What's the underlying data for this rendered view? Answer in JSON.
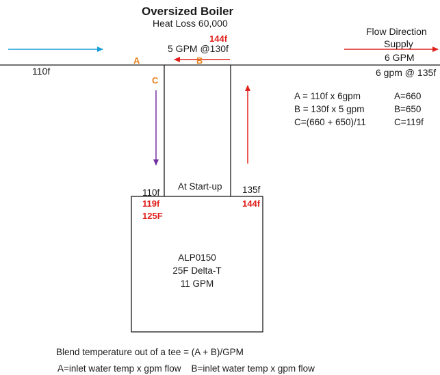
{
  "title": "Oversized Boiler",
  "heat_loss": "Heat Loss 60,000",
  "flow_direction": "Flow Direction",
  "supply": "Supply",
  "supply_gpm": "6 GPM",
  "supply_temp": "6 gpm @ 135f",
  "left_temp": "110f",
  "branch_red_temp": "144f",
  "branch_flow": "5 GPM @130f",
  "label_a": "A",
  "label_b": "B",
  "label_c": "C",
  "equations": {
    "a": "A = 110f x 6gpm",
    "b": "B = 130f x 5 gpm",
    "c": "C=(660 + 650)/11",
    "a_result": "A=660",
    "b_result": "B=650",
    "c_result": "C=119f"
  },
  "at_startup": "At Start-up",
  "boiler_inlet": {
    "startup": "110f",
    "mid": "119f",
    "final": "125F"
  },
  "boiler_outlet": {
    "startup": "135f",
    "final": "144f"
  },
  "boiler": {
    "model": "ALP0150",
    "delta_t": "25F Delta-T",
    "gpm": "11 GPM"
  },
  "footer": {
    "formula": "Blend temperature out of a tee = (A + B)/GPM",
    "legend": "A=inlet water temp x gpm flow    B=inlet water temp x gpm flow"
  },
  "colors": {
    "blue": "#1aa0d8",
    "red": "#e0201c",
    "purple": "#7030a0",
    "orange": "#e8811e",
    "line": "#1a1a1a"
  }
}
